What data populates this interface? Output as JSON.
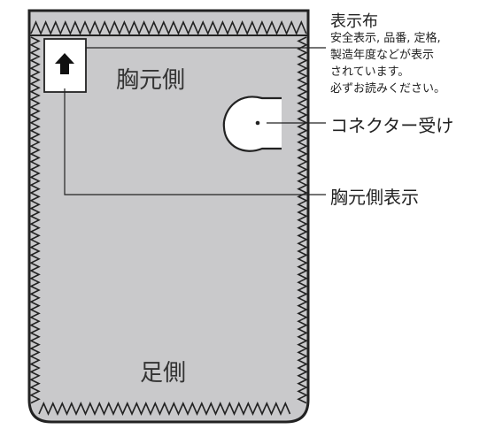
{
  "pad": {
    "top_label": "胸元側",
    "bottom_label": "足側"
  },
  "callouts": {
    "label_cloth": {
      "title": "表示布",
      "lines": [
        "安全表示, 品番, 定格,",
        "製造年度などが表示",
        "されています。",
        "必ずお読みください。"
      ]
    },
    "connector": "コネクター受け",
    "chest_mark": "胸元側表示"
  },
  "colors": {
    "pad_fill": "#c9c9cb",
    "outline": "#222222",
    "connector_fill": "#ffffff",
    "label_fill": "#ffffff"
  }
}
